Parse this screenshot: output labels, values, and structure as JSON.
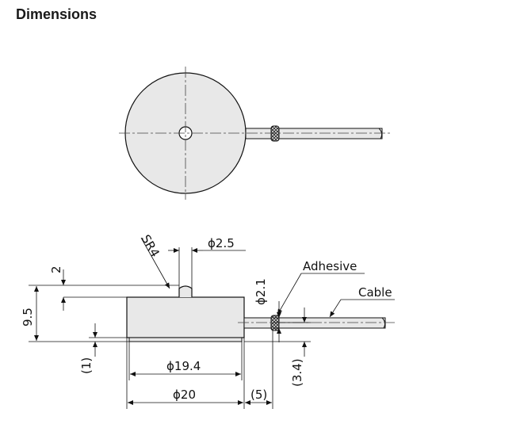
{
  "heading": "Dimensions",
  "labels": {
    "sr": "SR4",
    "pin_dia": "ϕ2.5",
    "cable_dia": "ϕ2.1",
    "adhesive": "Adhesive",
    "cable": "Cable",
    "boss_height": "2",
    "total_height": "9.5",
    "bottom_offset": "(1)",
    "inner_dia": "ϕ19.4",
    "outer_dia": "ϕ20",
    "cable_exit": "(5)",
    "cable_height": "(3.4)"
  },
  "colors": {
    "body_fill": "#e8e8e8",
    "line": "#111111",
    "center_line": "#444444"
  }
}
